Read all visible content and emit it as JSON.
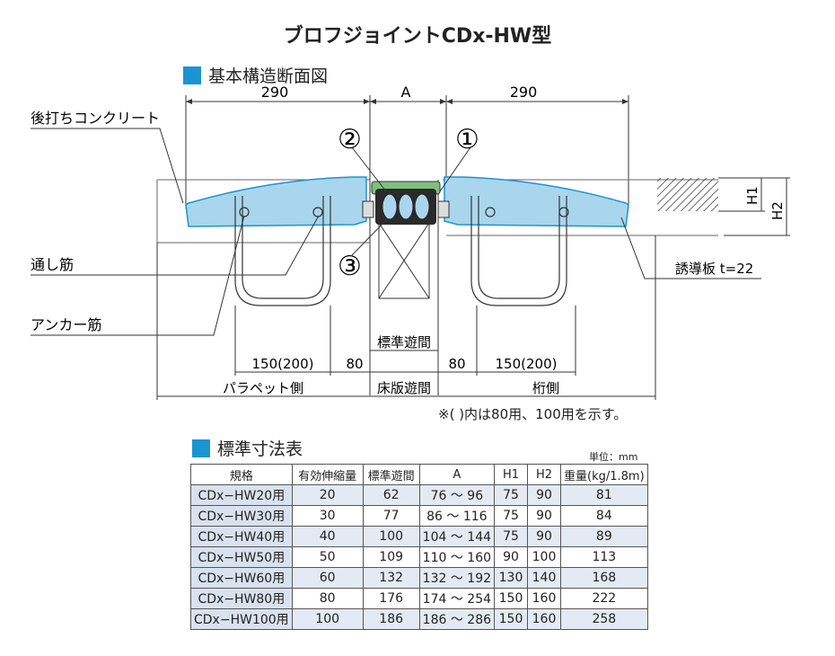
{
  "title": "ブロフジョイントCDx-HW型",
  "section1": {
    "heading": "基本構造断面図"
  },
  "diagram": {
    "dim_left_top": "290",
    "dim_center_top": "A",
    "dim_right_top": "290",
    "label_concrete": "後打ちコンクリート",
    "label_through_bar": "通し筋",
    "label_anchor_bar": "アンカー筋",
    "label_guide_plate": "誘導板 t=22",
    "callout_1": "①",
    "callout_2": "②",
    "callout_3": "③",
    "label_h1": "H1",
    "label_h2": "H2",
    "dim_left_bottom": "150(200)",
    "dim_left_80": "80",
    "dim_right_80": "80",
    "dim_right_bottom": "150(200)",
    "label_standard_gap": "標準遊間",
    "label_parapet": "パラペット側",
    "label_slab_gap": "床版遊間",
    "label_girder": "桁側"
  },
  "note": "※( )内は80用、100用を示す。",
  "section2": {
    "heading": "標準寸法表",
    "unit": "単位：mm"
  },
  "table": {
    "headers": [
      "規格",
      "有効伸縮量",
      "標準遊間",
      "A",
      "H1",
      "H2",
      "重量(kg/1.8m)"
    ],
    "rows": [
      [
        "CDx−HW20用",
        "20",
        "62",
        "76 〜 96",
        "75",
        "90",
        "81"
      ],
      [
        "CDx−HW30用",
        "30",
        "77",
        "86 〜 116",
        "75",
        "90",
        "84"
      ],
      [
        "CDx−HW40用",
        "40",
        "100",
        "104 〜 144",
        "75",
        "90",
        "89"
      ],
      [
        "CDx−HW50用",
        "50",
        "109",
        "110 〜 160",
        "90",
        "100",
        "113"
      ],
      [
        "CDx−HW60用",
        "60",
        "132",
        "132 〜 192",
        "130",
        "140",
        "168"
      ],
      [
        "CDx−HW80用",
        "80",
        "176",
        "174 〜 254",
        "150",
        "160",
        "222"
      ],
      [
        "CDx−HW100用",
        "100",
        "186",
        "186 〜 286",
        "150",
        "160",
        "258"
      ]
    ]
  },
  "colors": {
    "accent": "#1b94d1",
    "plate": "#a9d6ec",
    "plate_stroke": "#1b94d1",
    "seal": "#7fbf7f",
    "table_name_bg": "#d9e2ee"
  }
}
